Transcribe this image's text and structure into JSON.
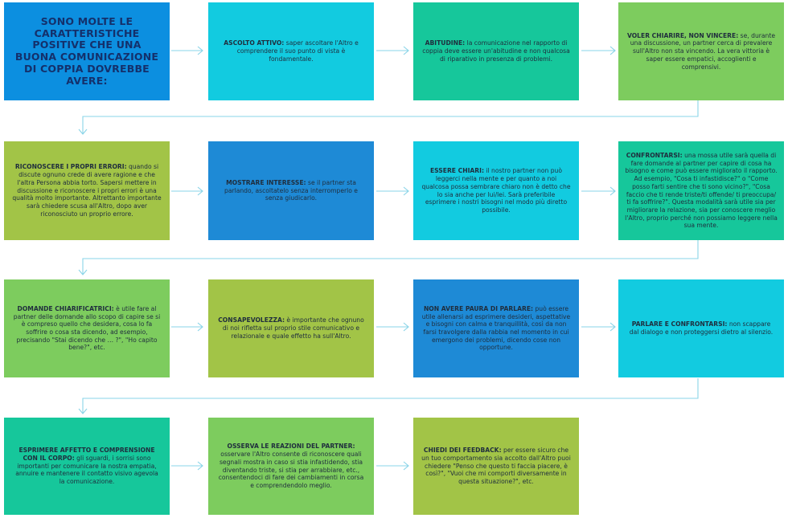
{
  "title": "SONO MOLTE LE CARATTERISTICHE POSITIVE CHE UNA BUONA COMUNICAZIONE DI COPPIA DOVREBBE AVERE:",
  "colors": {
    "blue_bright": "#0c8fe0",
    "cyan": "#12cbe0",
    "teal": "#16c79b",
    "green_light": "#7dcc5e",
    "olive": "#a2c447",
    "blue_mid": "#1e8ad6",
    "arrow": "#8ad4e8"
  },
  "cards": [
    {
      "heading": "ASCOLTO ATTIVO:",
      "text": " saper ascoltare l'Altro e comprendere il suo punto di vista è fondamentale."
    },
    {
      "heading": "ABITUDINE:",
      "text": " la comunicazione nel rapporto di coppia deve essere un'abitudine e non qualcosa di riparativo in presenza di problemi."
    },
    {
      "heading": "VOLER CHIARIRE, NON VINCERE:",
      "text": " se, durante una discussione, un partner cerca di prevalere sull'Altro non sta vincendo. La vera vittoria è saper essere empatici, accoglienti e comprensivi."
    },
    {
      "heading": "RICONOSCERE I PROPRI ERRORI:",
      "text": " quando si discute ognuno crede di avere ragione e che l'altra Persona abbia torto. Sapersi mettere in discussione e riconoscere i propri errori è una qualità molto importante. Altrettanto importante sarà chiedere scusa all'Altro, dopo aver riconosciuto un proprio errore."
    },
    {
      "heading": "MOSTRARE INTERESSE:",
      "text": " se il partner sta parlando, ascoltatelo senza interromperlo e senza giudicarlo."
    },
    {
      "heading": "ESSERE CHIARI:",
      "text": " il nostro partner non può leggerci nella mente e per quanto a noi qualcosa possa sembrare chiaro non è detto che lo sia anche per lui/lei. Sarà preferibile esprimere i nostri bisogni nel modo più diretto possibile."
    },
    {
      "heading": "CONFRONTARSI:",
      "text": " una mossa utile sarà quella di fare domande al partner per capire di cosa ha bisogno e come può essere migliorato il rapporto. Ad esempio, \"Cosa ti infastidisce?\" o \"Come posso farti sentire che ti sono vicino?\", \"Cosa faccio che ti rende triste/ti offende/ ti preoccupa/ ti fa soffrire?\". Questa modalità sarà utile sia per migliorare la relazione, sia per conoscere meglio l'Altro, proprio perché non possiamo leggere nella sua mente."
    },
    {
      "heading": "DOMANDE CHIARIFICATRICI:",
      "text": " è utile fare al partner delle domande allo scopo di capire se si è compreso quello che desidera, cosa lo fa soffrire o cosa sta dicendo, ad esempio, precisando \"Stai dicendo che … ?\", \"Ho capito bene?\", etc."
    },
    {
      "heading": "CONSAPEVOLEZZA:",
      "text": " è importante che ognuno di noi rifletta sul proprio stile comunicativo e relazionale e quale effetto ha sull'Altro."
    },
    {
      "heading": "NON AVERE PAURA DI PARLARE:",
      "text": " può essere utile allenarsi ad esprimere desideri, aspettative e bisogni con calma e tranquillità, così da non farsi travolgere dalla rabbia nel momento in cui emergono dei problemi, dicendo cose non opportune."
    },
    {
      "heading": "PARLARE E CONFRONTARSI:",
      "text": " non scappare dal dialogo e non proteggersi dietro al silenzio."
    },
    {
      "heading": "ESPRIMERE AFFETTO E COMPRENSIONE CON IL CORPO:",
      "text": " gli sguardi, i sorrisi sono importanti per comunicare la nostra empatia, annuire e mantenere il contatto visivo agevola la comunicazione."
    },
    {
      "heading": "OSSERVA LE REAZIONI DEL PARTNER:",
      "text": " osservare l'Altro consente di riconoscere quali segnali mostra in caso si stia infastidendo, stia diventando triste, si stia per arrabbiare, etc., consentendoci di fare dei cambiamenti in corsa e comprendendolo meglio."
    },
    {
      "heading": "CHIEDI DEI FEEDBACK:",
      "text": " per essere sicuro che un tuo comportamento sia accolto dall'Altro puoi chiedere \"Penso che questo ti faccia piacere, è così?\", \"Vuoi che mi comporti diversamente in questa situazione?\", etc."
    }
  ]
}
